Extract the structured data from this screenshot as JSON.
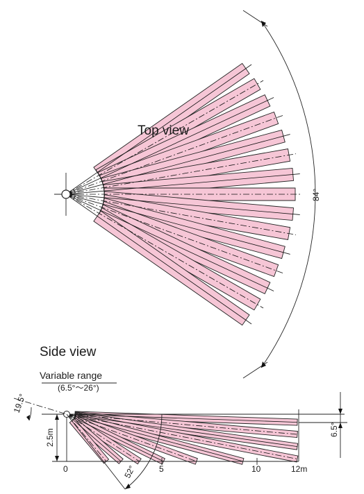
{
  "top_view": {
    "label": "Top view",
    "angle_label": "84°"
  },
  "side_view": {
    "label": "Side view",
    "variable_range_label": "Variable range",
    "variable_range_values": "(6.5°～26°)",
    "angle_19_5": "19.5°",
    "angle_52": "52°",
    "angle_6_5": "6.5°",
    "height_label": "2.5m",
    "axis_ticks": [
      "0",
      "5",
      "10",
      "12m"
    ]
  }
}
